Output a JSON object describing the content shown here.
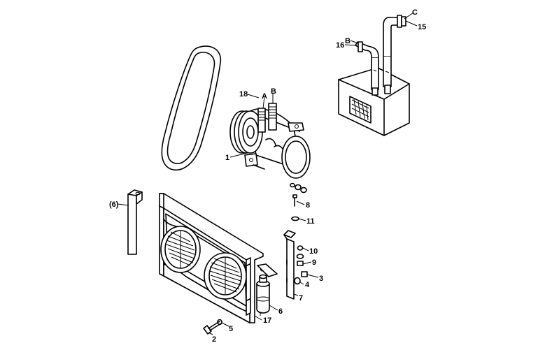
{
  "callouts": {
    "c1": "1",
    "c2": "2",
    "c3": "3",
    "c4": "4",
    "c5": "5",
    "c6": "6",
    "c6p": "(6)",
    "c7": "7",
    "c8": "8",
    "c9": "9",
    "c10": "10",
    "c11": "11",
    "c15": "15",
    "c16": "16",
    "c17": "17",
    "c18": "18",
    "pa": "A",
    "pb": "B",
    "pb2": "B",
    "pc": "C"
  },
  "icons": {
    "belt": "drive-belt-icon",
    "compressor": "compressor-icon",
    "condenser": "condenser-icon",
    "evaporator": "evaporator-icon",
    "drier": "receiver-drier-icon"
  }
}
